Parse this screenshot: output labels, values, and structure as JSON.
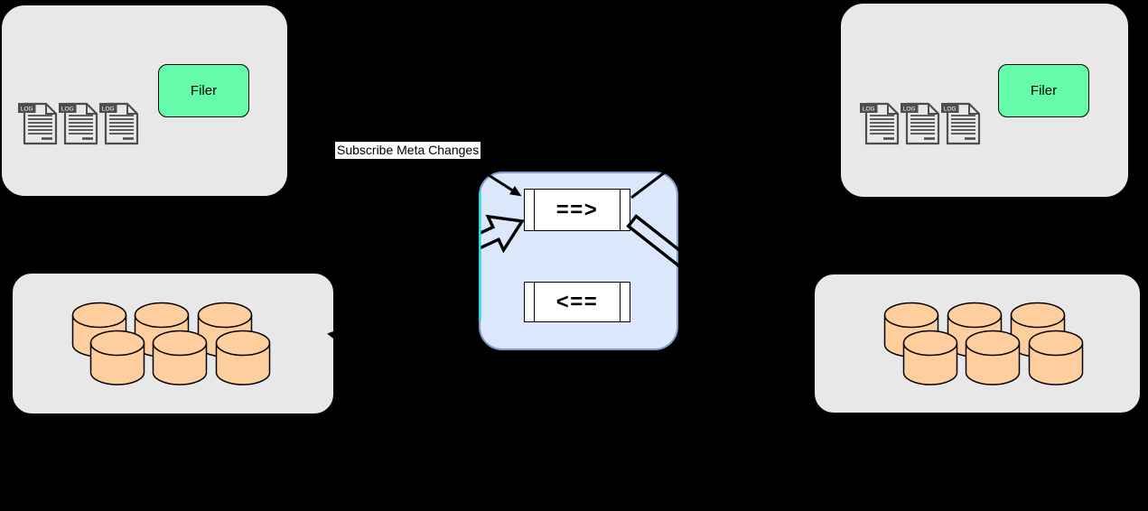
{
  "canvas": {
    "background": "#000000"
  },
  "clusters": {
    "top_left": {
      "filer_label": "Filer",
      "log_files": 3
    },
    "top_right": {
      "filer_label": "Filer",
      "log_files": 3
    },
    "bottom_left": {
      "databases": 6
    },
    "bottom_right": {
      "databases": 6
    }
  },
  "edge_label": {
    "text": "Subscribe Meta Changes",
    "background": "#ffffff",
    "color": "#000000"
  },
  "hub": {
    "outbound_queue": {
      "text": "==>"
    },
    "inbound_queue": {
      "text": "<=="
    }
  },
  "icons": {
    "log_badge": "LOG"
  },
  "colors": {
    "cluster_fill": "#e8e8e8",
    "filer_fill": "#66fbab",
    "database_fill": "#ffce9f",
    "hub_fill": "#dbe8fb",
    "hub_border": "#7f9dcb",
    "hub_left_edge_highlight": "#2bd4e4",
    "queue_fill": "#ffffff",
    "line": "#000000",
    "log_icon": "#4d4d4d"
  }
}
